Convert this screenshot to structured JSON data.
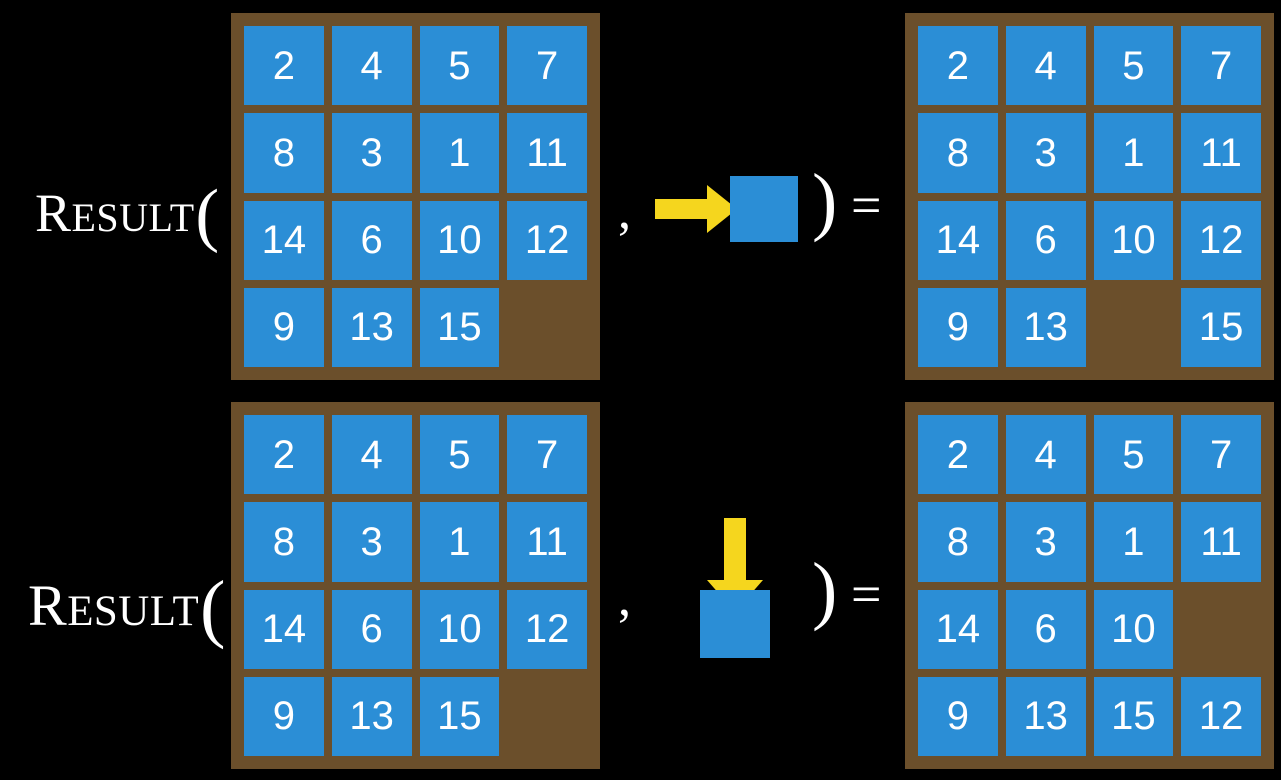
{
  "page": {
    "background_color": "#000000",
    "tile_color": "#2b8ed6",
    "board_color": "#6b4f2b",
    "arrow_color": "#f5d61e",
    "text_color": "#ffffff"
  },
  "rows": [
    {
      "label": {
        "first": "R",
        "rest": "ESULT",
        "open_paren": "("
      },
      "comma": ",",
      "action": {
        "icon": "arrow-right-icon",
        "direction": "right",
        "tile_label": ""
      },
      "close_paren": ")",
      "equals": "=",
      "input_grid": {
        "rows": [
          [
            "2",
            "4",
            "5",
            "7"
          ],
          [
            "8",
            "3",
            "1",
            "11"
          ],
          [
            "14",
            "6",
            "10",
            "12"
          ],
          [
            "9",
            "13",
            "15",
            ""
          ]
        ]
      },
      "output_grid": {
        "rows": [
          [
            "2",
            "4",
            "5",
            "7"
          ],
          [
            "8",
            "3",
            "1",
            "11"
          ],
          [
            "14",
            "6",
            "10",
            "12"
          ],
          [
            "9",
            "13",
            "",
            "15"
          ]
        ]
      }
    },
    {
      "label": {
        "first": "R",
        "rest": "ESULT",
        "open_paren": "("
      },
      "comma": ",",
      "action": {
        "icon": "arrow-down-icon",
        "direction": "down",
        "tile_label": ""
      },
      "close_paren": ")",
      "equals": "=",
      "input_grid": {
        "rows": [
          [
            "2",
            "4",
            "5",
            "7"
          ],
          [
            "8",
            "3",
            "1",
            "11"
          ],
          [
            "14",
            "6",
            "10",
            "12"
          ],
          [
            "9",
            "13",
            "15",
            ""
          ]
        ]
      },
      "output_grid": {
        "rows": [
          [
            "2",
            "4",
            "5",
            "7"
          ],
          [
            "8",
            "3",
            "1",
            "11"
          ],
          [
            "14",
            "6",
            "10",
            ""
          ],
          [
            "9",
            "13",
            "15",
            "12"
          ]
        ]
      }
    }
  ]
}
